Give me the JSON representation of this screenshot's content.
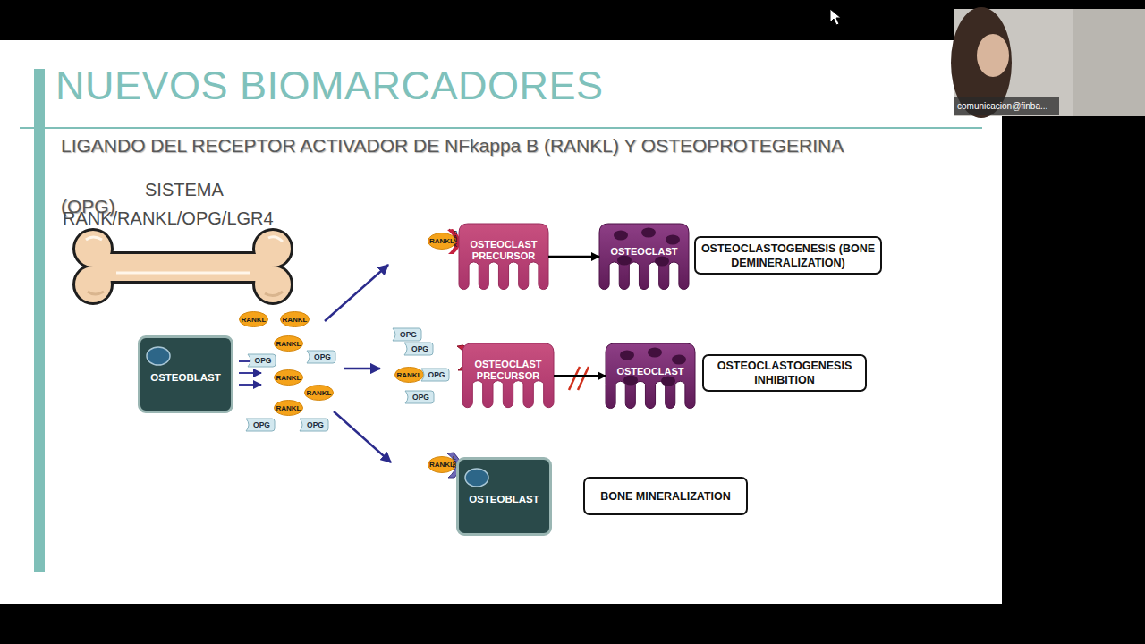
{
  "diagram": {
    "title": "NUEVOS BIOMARCADORES",
    "nodes": [
      {
        "text": [
          "RANKL"
        ]
      },
      {
        "text": [
          "OSTEOCLAST PRECURSOR"
        ]
      },
      {
        "text": [
          "OSTEOCLAST"
        ]
      },
      {
        "text": [
          "OSTEOCLASTOGENESIS (BONE DEMINERALIZATION)"
        ]
      },
      {
        "text": [
          "RANKL"
        ]
      },
      {
        "text": [
          "RANKL"
        ]
      },
      {
        "text": [
          "OPG"
        ]
      },
      {
        "text": [
          "RANKL"
        ]
      },
      {
        "text": [
          "OSTEOBLAST"
        ]
      },
      {
        "text": [
          "OPG"
        ]
      },
      {
        "text": [
          "OPG"
        ]
      },
      {
        "text": [
          "OPG"
        ]
      },
      {
        "text": [
          "OSTEOCLAST PRECURSOR"
        ]
      },
      {
        "text": [
          "OSTEOCLAST"
        ]
      },
      {
        "text": [
          "OSTEOCLASTOGENESIS INHIBITION"
        ]
      },
      {
        "text": [
          "RANKL"
        ]
      },
      {
        "text": [
          "OPG"
        ]
      },
      {
        "text": [
          "RANKL"
        ]
      },
      {
        "text": [
          "RANKL"
        ]
      },
      {
        "text": [
          "OPG"
        ]
      },
      {
        "text": [
          "RANKL"
        ]
      },
      {
        "text": [
          "OPG"
        ]
      },
      {
        "text": [
          "OPG"
        ]
      },
      {
        "text": [
          "RANKL"
        ]
      },
      {
        "text": [
          "OSTEOBLAST"
        ]
      },
      {
        "text": [
          "BONE MINERALIZATION"
        ]
      }
    ],
    "edges": [
      {
        "from": 1,
        "to": 2,
        "arrow": "to"
      },
      {
        "from": 12,
        "to": 13,
        "arrow": "to"
      }
    ],
    "labels": [
      "LIGANDO DEL RECEPTOR ACTIVADOR DE NFkappa B (RANKL) Y OSTEOPROTEGERINA (OPG)",
      "SISTEMA",
      "RANK/RANKL/OPG/LGR4",
      "RANK",
      "LGR",
      "comunicacion@finba..."
    ]
  }
}
